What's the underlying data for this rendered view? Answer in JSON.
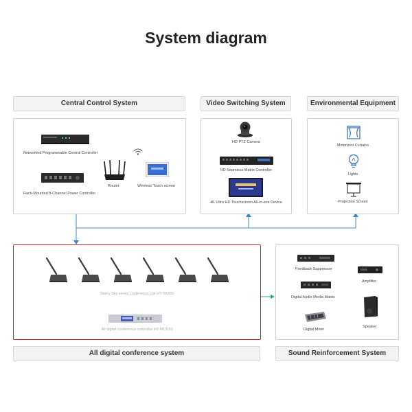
{
  "title": "System diagram",
  "sections": {
    "central": {
      "header": "Central Control System",
      "items": {
        "npcc": "Networked Programmable Central Controller",
        "router": "Router",
        "touch": "Wireless Touch screen",
        "power": "Rack-Mounted 8-Channel Power Controller"
      }
    },
    "video": {
      "header": "Video Switching System",
      "items": {
        "camera": "HD PTZ Camera",
        "matrix": "HD Seamless Matrix Controller",
        "touch4k": "4K Ultra HD Touchscreen All-in-one Device"
      }
    },
    "env": {
      "header": "Environmental Equipment",
      "items": {
        "curtains": "Motorized Curtains",
        "lights": "Lights",
        "screen": "Projection Screen"
      }
    },
    "conference": {
      "header": "All digital conference system",
      "items": {
        "units": "Starry Sky series conference unit HY-S5330",
        "controller": "All digital conference controller HY-MCU50"
      }
    },
    "sound": {
      "header": "Sound Reinforcement System",
      "items": {
        "feedback": "Feedback Suppressor",
        "amplifier": "Amplifier",
        "dam": "Digital Audio Media Matrix",
        "mixer": "Digital Mixer",
        "speaker": "Speaker"
      }
    }
  },
  "colors": {
    "connector": "#3d86c6",
    "conference_border": "#c9222f"
  }
}
